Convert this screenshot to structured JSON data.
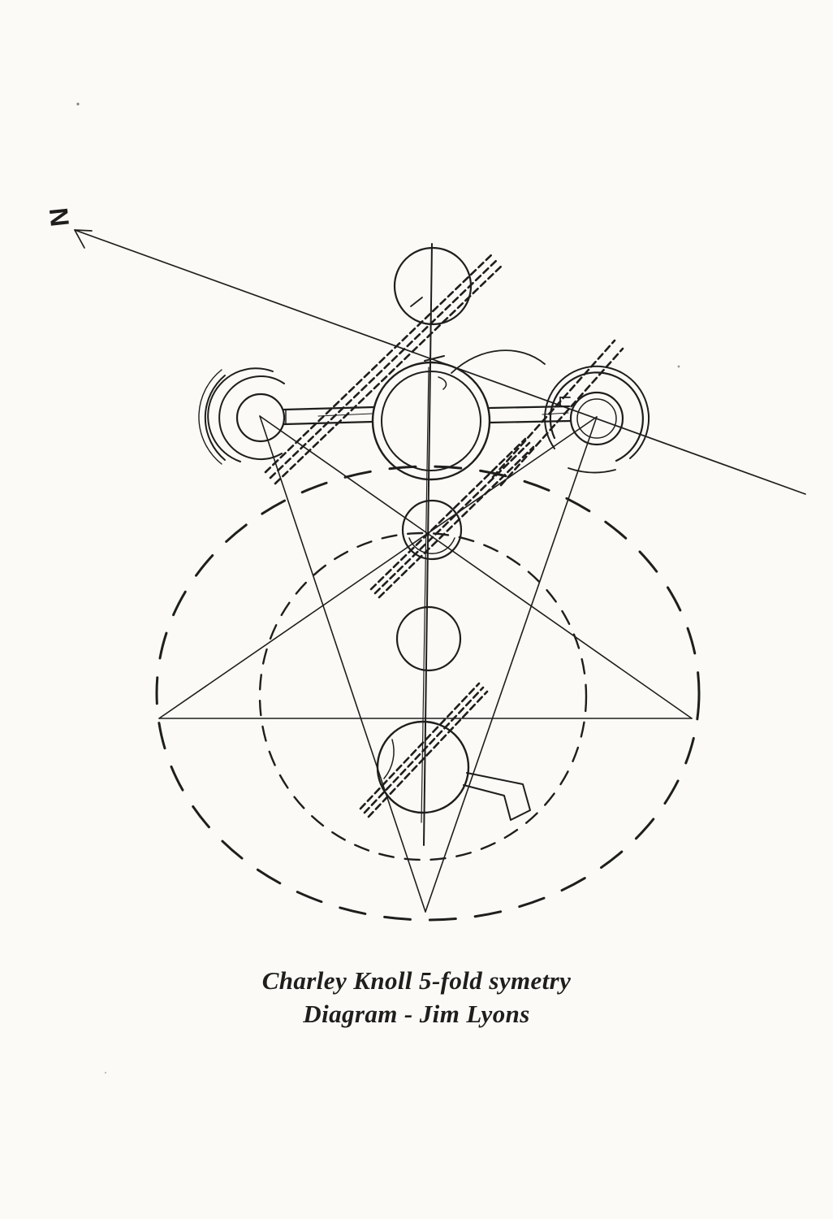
{
  "colors": {
    "paper": "#fbfaf6",
    "ink": "#1e1e1c"
  },
  "diagram": {
    "north_label": "N",
    "caption": {
      "line1": "Charley Knoll 5-fold symetry",
      "line2": "Diagram - Jim Lyons"
    }
  }
}
